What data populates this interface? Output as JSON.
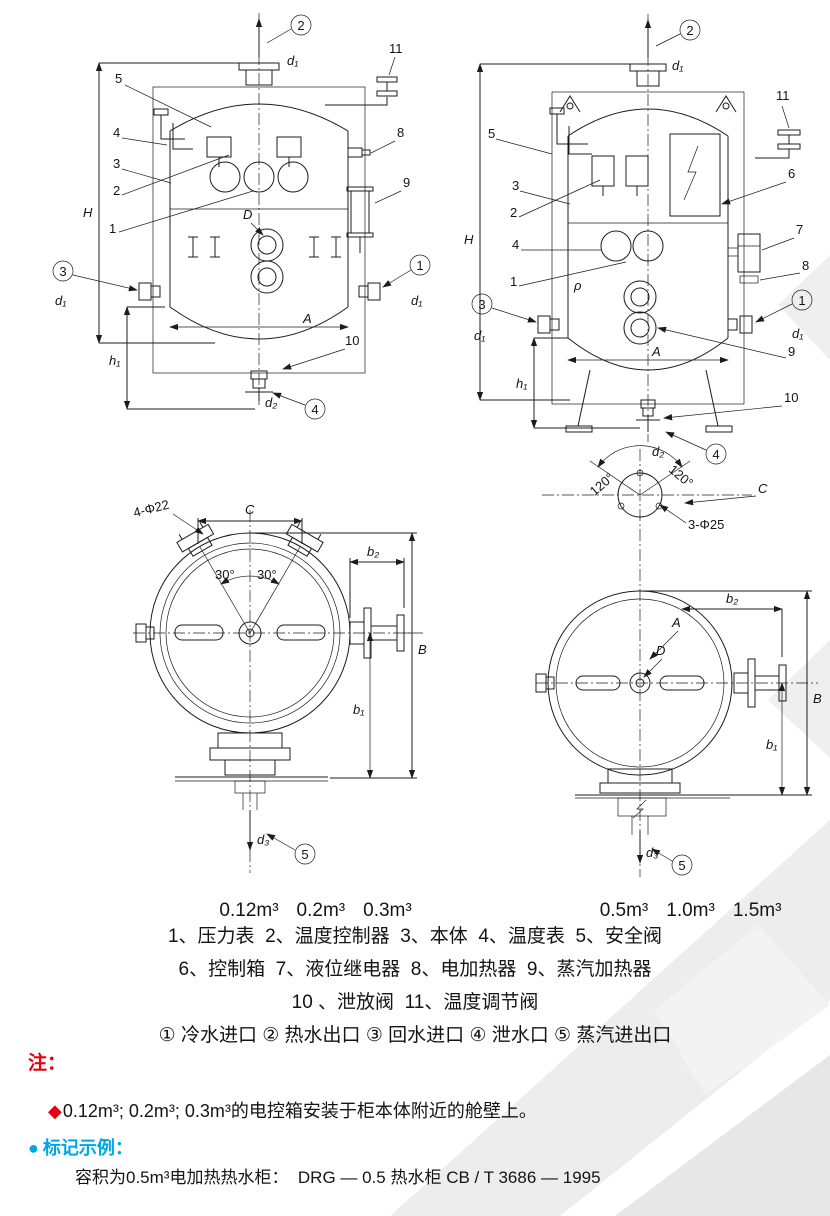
{
  "sym": {
    "n1": "1",
    "n2": "2",
    "n3": "3",
    "n4": "4",
    "n5": "5",
    "n6": "6",
    "n7": "7",
    "n8": "8",
    "n9": "9",
    "n10": "10",
    "n11": "11",
    "H": "H",
    "A": "A",
    "B": "B",
    "C": "C",
    "D": "D",
    "d1": "d₁",
    "d2": "d₂",
    "d3": "d₃",
    "h1": "h₁",
    "b1": "b₁",
    "b2": "b₂",
    "deg30": "30°",
    "deg120": "120°",
    "holes_small": "4-Φ22",
    "holes_large": "3-Φ25",
    "rho": "ρ"
  },
  "captions": {
    "small_sizes": [
      "0.12m³",
      "0.2m³",
      "0.3m³"
    ],
    "large_sizes": [
      "0.5m³",
      "1.0m³",
      "1.5m³"
    ]
  },
  "legend": {
    "lines": [
      "1、压力表  2、温度控制器  3、本体  4、温度表  5、安全阀",
      "6、控制箱  7、液位继电器  8、电加热器  9、蒸汽加热器",
      "10 、泄放阀  11、温度调节阀",
      "① 冷水进口 ② 热水出口 ③ 回水进口 ④ 泄水口 ⑤ 蒸汽进出口"
    ]
  },
  "notes": {
    "label": "注：",
    "bullet": "◆",
    "text": "0.12m³; 0.2m³; 0.3m³的电控箱安装于柜本体附近的舱壁上。",
    "accent_color": "#e60012"
  },
  "example": {
    "bullet": "●",
    "label": "标记示例：",
    "text": "容积为0.5m³电加热热水柜：  DRG — 0.5 热水柜 CB / T 3686 — 1995",
    "accent_color": "#00a6e4"
  }
}
